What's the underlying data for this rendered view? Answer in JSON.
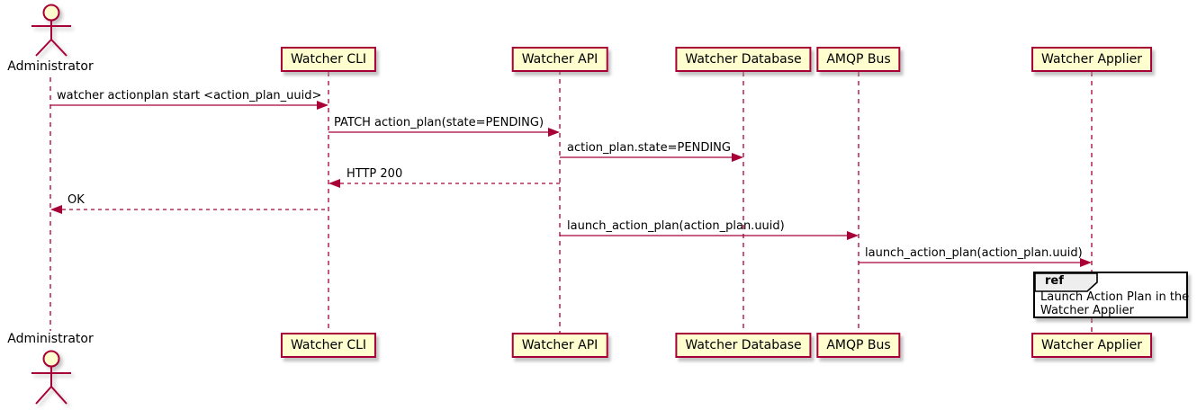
{
  "diagram": {
    "type": "uml-sequence",
    "actor": {
      "name": "Administrator"
    },
    "participants": [
      {
        "id": "cli",
        "label": "Watcher CLI"
      },
      {
        "id": "api",
        "label": "Watcher API"
      },
      {
        "id": "db",
        "label": "Watcher Database"
      },
      {
        "id": "amqp",
        "label": "AMQP Bus"
      },
      {
        "id": "applier",
        "label": "Watcher Applier"
      }
    ],
    "messages": [
      {
        "from": "Administrator",
        "to": "Watcher CLI",
        "style": "solid",
        "label": "watcher actionplan start <action_plan_uuid>"
      },
      {
        "from": "Watcher CLI",
        "to": "Watcher API",
        "style": "solid",
        "label": "PATCH action_plan(state=PENDING)"
      },
      {
        "from": "Watcher API",
        "to": "Watcher Database",
        "style": "solid",
        "label": "action_plan.state=PENDING"
      },
      {
        "from": "Watcher API",
        "to": "Watcher CLI",
        "style": "dashed",
        "label": "HTTP 200"
      },
      {
        "from": "Watcher CLI",
        "to": "Administrator",
        "style": "dashed",
        "label": "OK"
      },
      {
        "from": "Watcher API",
        "to": "AMQP Bus",
        "style": "solid",
        "label": "launch_action_plan(action_plan.uuid)"
      },
      {
        "from": "AMQP Bus",
        "to": "Watcher Applier",
        "style": "solid",
        "label": "launch_action_plan(action_plan.uuid)"
      }
    ],
    "ref": {
      "keyword": "ref",
      "lines": [
        "Launch Action Plan in the",
        "Watcher Applier"
      ]
    },
    "colors": {
      "participant_fill": "#FEFECE",
      "participant_border": "#A80036",
      "line": "#A80036",
      "text": "#000000",
      "ref_border": "#000000",
      "ref_tab_fill": "#EEEEEE",
      "background": "#FFFFFF"
    }
  }
}
